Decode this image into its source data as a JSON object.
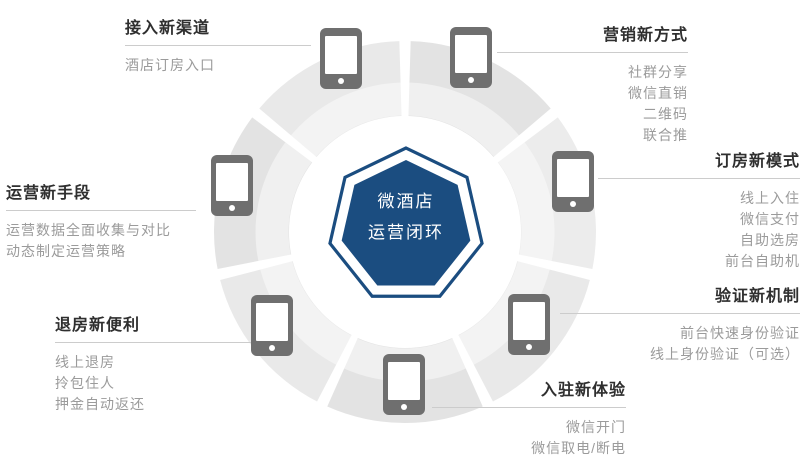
{
  "center": {
    "line1": "微酒店",
    "line2": "运营闭环"
  },
  "colors": {
    "brand_blue": "#1b4d80",
    "ring_gray_dark": "#e3e3e3",
    "ring_gray_light": "#e9e9e9",
    "ring_gray_lighter": "#ececec",
    "divider": "#cccccc",
    "title_text": "#2f2f2f",
    "item_text": "#9b9b9b",
    "phone_gray": "#6f6f6f"
  },
  "sections": [
    {
      "title": "接入新渠道",
      "items": [
        "酒店订房入口"
      ]
    },
    {
      "title": "营销新方式",
      "items": [
        "社群分享",
        "微信直销",
        "二维码",
        "联合推"
      ]
    },
    {
      "title": "订房新模式",
      "items": [
        "线上入住",
        "微信支付",
        "自助选房",
        "前台自助机"
      ]
    },
    {
      "title": "验证新机制",
      "items": [
        "前台快速身份验证",
        "线上身份验证（可选）"
      ]
    },
    {
      "title": "入驻新体验",
      "items": [
        "微信开门",
        "微信取电/断电"
      ]
    },
    {
      "title": "退房新便利",
      "items": [
        "线上退房",
        "拎包住人",
        "押金自动返还"
      ]
    },
    {
      "title": "运营新手段",
      "items": [
        "运营数据全面收集与对比",
        "动态制定运营策略"
      ]
    }
  ]
}
